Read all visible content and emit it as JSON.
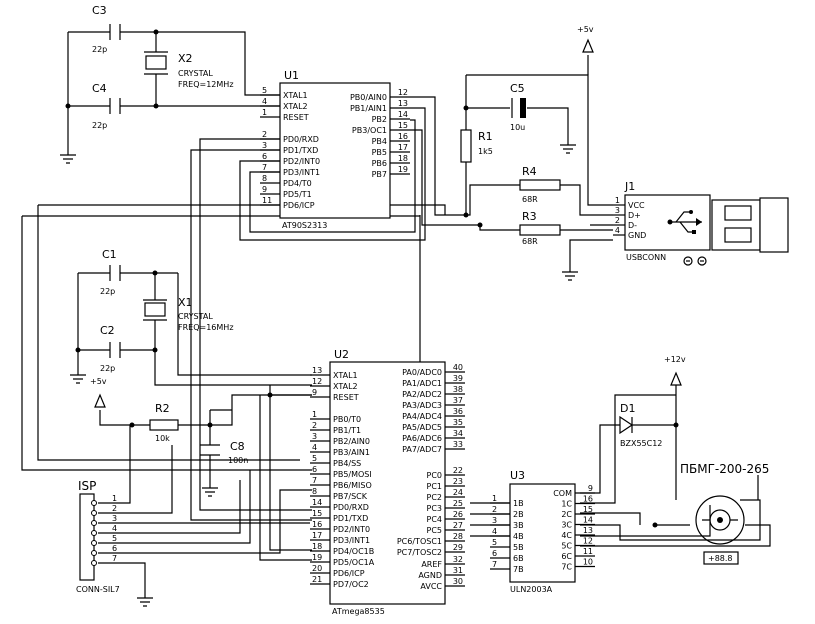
{
  "components": {
    "c3": {
      "ref": "C3",
      "value": "22p"
    },
    "c4": {
      "ref": "C4",
      "value": "22p"
    },
    "x2": {
      "ref": "X2",
      "type": "CRYSTAL",
      "freq": "FREQ=12MHz"
    },
    "u1": {
      "ref": "U1",
      "part": "AT90S2313",
      "left_pins": [
        {
          "num": "5",
          "name": "XTAL1"
        },
        {
          "num": "4",
          "name": "XTAL2"
        },
        {
          "num": "1",
          "name": "RESET"
        },
        {
          "num": "2",
          "name": "PD0/RXD"
        },
        {
          "num": "3",
          "name": "PD1/TXD"
        },
        {
          "num": "6",
          "name": "PD2/INT0"
        },
        {
          "num": "7",
          "name": "PD3/INT1"
        },
        {
          "num": "8",
          "name": "PD4/T0"
        },
        {
          "num": "9",
          "name": "PD5/T1"
        },
        {
          "num": "11",
          "name": "PD6/ICP"
        }
      ],
      "right_pins": [
        {
          "num": "12",
          "name": "PB0/AIN0"
        },
        {
          "num": "13",
          "name": "PB1/AIN1"
        },
        {
          "num": "14",
          "name": "PB2"
        },
        {
          "num": "15",
          "name": "PB3/OC1"
        },
        {
          "num": "16",
          "name": "PB4"
        },
        {
          "num": "17",
          "name": "PB5"
        },
        {
          "num": "18",
          "name": "PB6"
        },
        {
          "num": "19",
          "name": "PB7"
        }
      ]
    },
    "c5": {
      "ref": "C5",
      "value": "10u"
    },
    "r1": {
      "ref": "R1",
      "value": "1k5"
    },
    "r4": {
      "ref": "R4",
      "value": "68R"
    },
    "r3": {
      "ref": "R3",
      "value": "68R"
    },
    "j1": {
      "ref": "J1",
      "part": "USBCONN",
      "pins": [
        {
          "num": "1",
          "name": "VCC"
        },
        {
          "num": "3",
          "name": "D+"
        },
        {
          "num": "2",
          "name": "D-"
        },
        {
          "num": "4",
          "name": "GND"
        }
      ]
    },
    "vcc_top": "+5v",
    "c1": {
      "ref": "C1",
      "value": "22p"
    },
    "c2": {
      "ref": "C2",
      "value": "22p"
    },
    "x1": {
      "ref": "X1",
      "type": "CRYSTAL",
      "freq": "FREQ=16MHz"
    },
    "vcc_mid": "+5v",
    "r2": {
      "ref": "R2",
      "value": "10k"
    },
    "c8": {
      "ref": "C8",
      "value": "100n"
    },
    "u2": {
      "ref": "U2",
      "part": "ATmega8535",
      "left_pins": [
        {
          "num": "13",
          "name": "XTAL1"
        },
        {
          "num": "12",
          "name": "XTAL2"
        },
        {
          "num": "9",
          "name": "RESET"
        },
        {
          "num": "1",
          "name": "PB0/T0"
        },
        {
          "num": "2",
          "name": "PB1/T1"
        },
        {
          "num": "3",
          "name": "PB2/AIN0"
        },
        {
          "num": "4",
          "name": "PB3/AIN1"
        },
        {
          "num": "5",
          "name": "PB4/SS"
        },
        {
          "num": "6",
          "name": "PB5/MOSI"
        },
        {
          "num": "7",
          "name": "PB6/MISO"
        },
        {
          "num": "8",
          "name": "PB7/SCK"
        },
        {
          "num": "14",
          "name": "PD0/RXD"
        },
        {
          "num": "15",
          "name": "PD1/TXD"
        },
        {
          "num": "16",
          "name": "PD2/INT0"
        },
        {
          "num": "17",
          "name": "PD3/INT1"
        },
        {
          "num": "18",
          "name": "PD4/OC1B"
        },
        {
          "num": "19",
          "name": "PD5/OC1A"
        },
        {
          "num": "20",
          "name": "PD6/ICP"
        },
        {
          "num": "21",
          "name": "PD7/OC2"
        }
      ],
      "right_pins": [
        {
          "num": "40",
          "name": "PA0/ADC0"
        },
        {
          "num": "39",
          "name": "PA1/ADC1"
        },
        {
          "num": "38",
          "name": "PA2/ADC2"
        },
        {
          "num": "37",
          "name": "PA3/ADC3"
        },
        {
          "num": "36",
          "name": "PA4/ADC4"
        },
        {
          "num": "35",
          "name": "PA5/ADC5"
        },
        {
          "num": "34",
          "name": "PA6/ADC6"
        },
        {
          "num": "33",
          "name": "PA7/ADC7"
        },
        {
          "num": "22",
          "name": "PC0"
        },
        {
          "num": "23",
          "name": "PC1"
        },
        {
          "num": "24",
          "name": "PC2"
        },
        {
          "num": "25",
          "name": "PC3"
        },
        {
          "num": "26",
          "name": "PC4"
        },
        {
          "num": "27",
          "name": "PC5"
        },
        {
          "num": "28",
          "name": "PC6/TOSC1"
        },
        {
          "num": "29",
          "name": "PC7/TOSC2"
        },
        {
          "num": "32",
          "name": "AREF"
        },
        {
          "num": "31",
          "name": "AGND"
        },
        {
          "num": "30",
          "name": "AVCC"
        }
      ]
    },
    "isp": {
      "ref": "ISP",
      "part": "CONN-SIL7",
      "pins": [
        "1",
        "2",
        "3",
        "4",
        "5",
        "6",
        "7"
      ]
    },
    "u3": {
      "ref": "U3",
      "part": "ULN2003A",
      "left_pins": [
        {
          "num": "1",
          "name": "1B"
        },
        {
          "num": "2",
          "name": "2B"
        },
        {
          "num": "3",
          "name": "3B"
        },
        {
          "num": "4",
          "name": "4B"
        },
        {
          "num": "5",
          "name": "5B"
        },
        {
          "num": "6",
          "name": "6B"
        },
        {
          "num": "7",
          "name": "7B"
        }
      ],
      "right_pins": [
        {
          "num": "9",
          "name": "COM"
        },
        {
          "num": "16",
          "name": "1C"
        },
        {
          "num": "15",
          "name": "2C"
        },
        {
          "num": "14",
          "name": "3C"
        },
        {
          "num": "13",
          "name": "4C"
        },
        {
          "num": "12",
          "name": "5C"
        },
        {
          "num": "11",
          "name": "6C"
        },
        {
          "num": "10",
          "name": "7C"
        }
      ]
    },
    "vcc12": "+12v",
    "d1": {
      "ref": "D1",
      "part": "BZX55C12"
    },
    "motor": {
      "ref": "ПБМГ-200-265",
      "readout": "+88.8"
    }
  }
}
